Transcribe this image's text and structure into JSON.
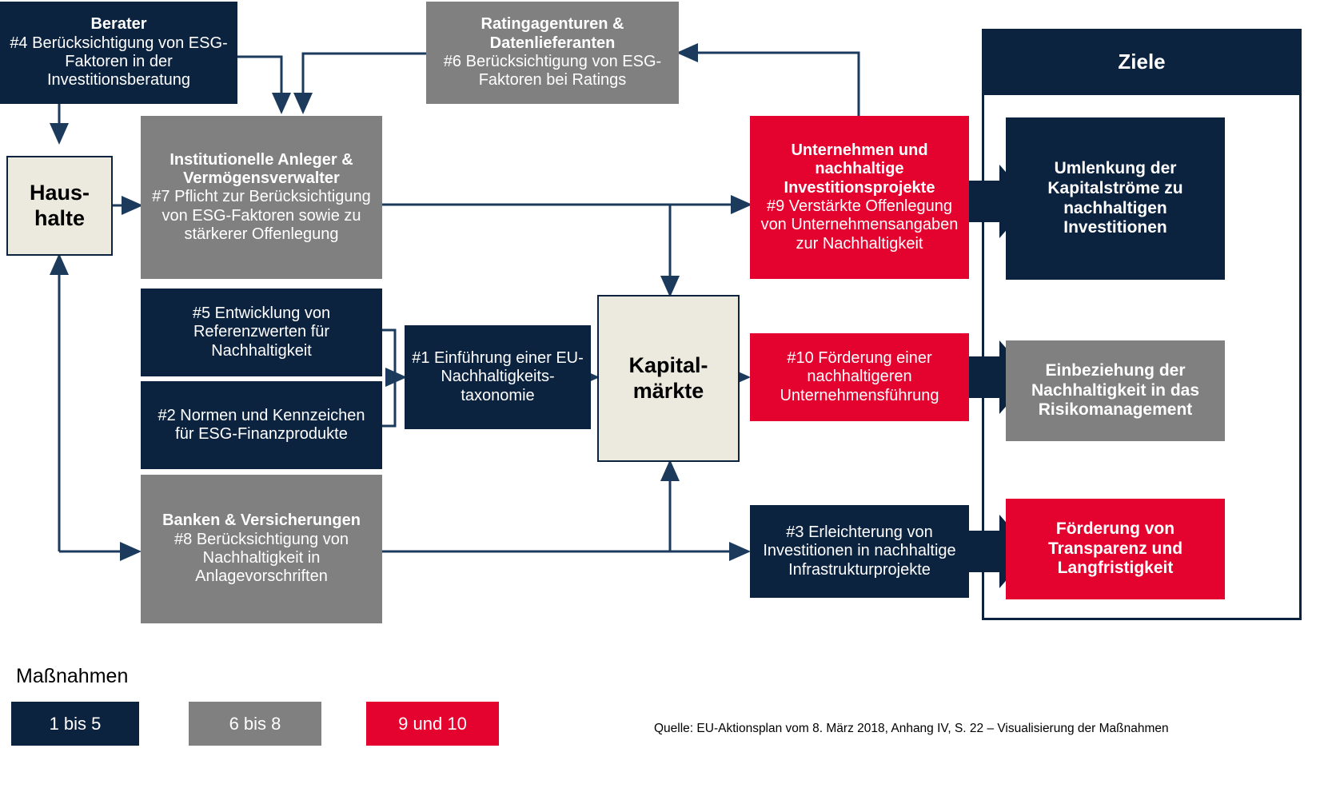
{
  "diagram": {
    "title_right_panel": "Ziele",
    "nodes": {
      "berater": {
        "title": "Berater",
        "body": "#4 Berücksichtigung von ESG-Faktoren in der Investitionsberatung",
        "color": "#0c2340"
      },
      "ratingagenturen": {
        "title": "Ratingagenturen & Datenlieferanten",
        "body": "#6 Berücksichtigung von ESG-Faktoren bei Ratings",
        "color": "#808080"
      },
      "haushalte": {
        "title": "Haus-halte",
        "line1": "Haus-",
        "line2": "halte",
        "color": "#eceade"
      },
      "institutionelle": {
        "title": "Institutionelle Anleger & Vermögensverwalter",
        "body": "#7 Pflicht zur Berücksichtigung von ESG-Faktoren sowie zu stärkerer Offenlegung",
        "color": "#808080"
      },
      "massnahme5": {
        "body": "#5 Entwicklung von Referenzwerten für Nachhaltigkeit",
        "color": "#0c2340"
      },
      "massnahme2": {
        "body": "#2 Normen und Kennzeichen für ESG-Finanzprodukte",
        "color": "#0c2340"
      },
      "banken": {
        "title": "Banken & Versicherungen",
        "body": "#8 Berücksichtigung von Nachhaltigkeit in Anlagevorschriften",
        "color": "#808080"
      },
      "massnahme1": {
        "body": "#1 Einführung einer EU-Nachhaltigkeits-taxonomie",
        "color": "#0c2340"
      },
      "kapitalmaerkte": {
        "line1": "Kapital-",
        "line2": "märkte",
        "color": "#eceade"
      },
      "unternehmen": {
        "title": "Unternehmen und nachhaltige Investitionsprojekte",
        "body": "#9 Verstärkte Offenlegung von Unternehmensangaben zur Nachhaltigkeit",
        "color": "#e4032e"
      },
      "massnahme10": {
        "body": "#10 Förderung einer nachhaltigeren Unternehmensführung",
        "color": "#e4032e"
      },
      "massnahme3": {
        "body": "#3 Erleichterung von Investitionen in nachhaltige Infrastrukturprojekte",
        "color": "#0c2340"
      },
      "ziel1": {
        "body": "Umlenkung der Kapitalströme zu nachhaltigen Investitionen",
        "color": "#0c2340"
      },
      "ziel2": {
        "body": "Einbeziehung der Nachhaltigkeit in das Risikomanagement",
        "color": "#808080"
      },
      "ziel3": {
        "body": "Förderung von Transparenz und Langfristigkeit",
        "color": "#e4032e"
      }
    },
    "legend": {
      "title": "Maßnahmen",
      "items": [
        {
          "label": "1 bis 5",
          "color": "#0c2340"
        },
        {
          "label": "6 bis 8",
          "color": "#808080"
        },
        {
          "label": "9 und 10",
          "color": "#e4032e"
        }
      ]
    },
    "source": "Quelle: EU-Aktionsplan vom 8. März 2018, Anhang IV, S. 22 – Visualisierung der Maßnahmen",
    "colors": {
      "navy": "#0c2340",
      "grey": "#808080",
      "red": "#e4032e",
      "cream": "#eceade",
      "wire": "#1b3a5c"
    }
  }
}
